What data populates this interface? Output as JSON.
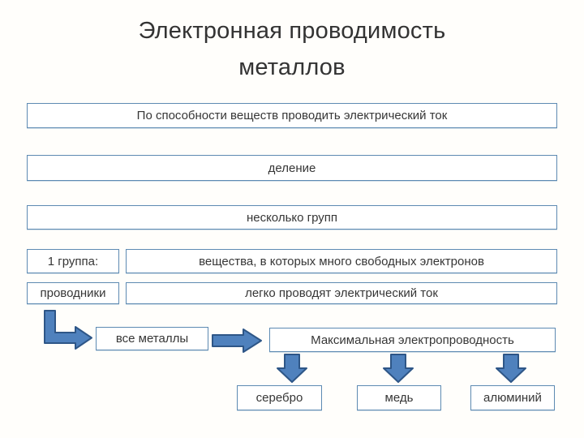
{
  "title": {
    "line1": "Электронная проводимость",
    "line2": "металлов"
  },
  "flow": {
    "criterion": "По способности веществ проводить электрический ток",
    "division": "деление",
    "groups": "несколько групп",
    "group1": {
      "label": "1 группа:",
      "value": "вещества, в которых много свободных электронов"
    },
    "conductors": {
      "label": "проводники",
      "value": "легко проводят электрический ток"
    },
    "all_metals": "все металлы",
    "max_conductivity": "Максимальная электропроводность",
    "metals": [
      "серебро",
      "медь",
      "алюминий"
    ]
  },
  "colors": {
    "box_border": "#5d8ab2",
    "arrow_fill": "#4f81bd",
    "arrow_border": "#2e5687",
    "text": "#363636",
    "title_text": "#333333"
  }
}
